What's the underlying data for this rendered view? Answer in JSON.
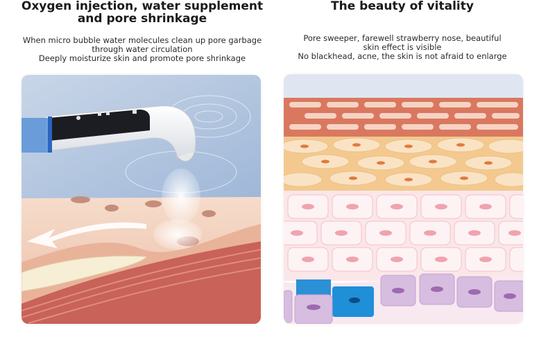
{
  "left": {
    "title_line1": "Oxygen injection, water supplement",
    "title_line2": "and pore shrinkage",
    "desc_lines": [
      "When micro bubble water molecules clean up pore garbage",
      "through water circulation",
      "Deeply moisturize skin and promote pore shrinkage"
    ]
  },
  "right": {
    "title": "The beauty of vitality",
    "desc_lines": [
      "Pore sweeper, farewell strawberry nose, beautiful",
      "skin effect is visible",
      "No blackhead, acne, the skin is not afraid to enlarge"
    ]
  },
  "colors": {
    "water_blue": "#a9c1de",
    "skin_surface": "#f3d2bd",
    "muscle_red": "#c96258",
    "fat_orange": "#f6dcae",
    "cell_pink": "#f9d7dc",
    "cell_purple": "#c9a8d4",
    "device_white": "#f4f5f7"
  }
}
